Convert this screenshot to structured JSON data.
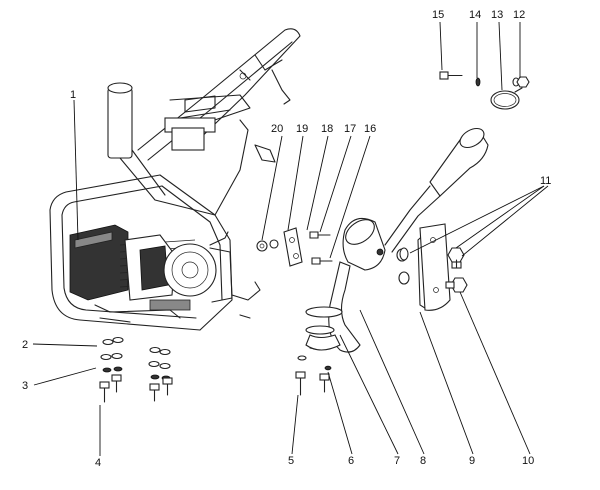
{
  "callouts": {
    "c1": "1",
    "c2": "2",
    "c3": "3",
    "c4": "4",
    "c5": "5",
    "c6": "6",
    "c7": "7",
    "c8": "8",
    "c9": "9",
    "c10": "10",
    "c11": "11",
    "c12": "12",
    "c13": "13",
    "c14": "14",
    "c15": "15",
    "c16": "16",
    "c17": "17",
    "c18": "18",
    "c19": "19",
    "c20": "20"
  },
  "colors": {
    "line": "#222222",
    "background": "#ffffff",
    "engine_dark": "#333333"
  }
}
